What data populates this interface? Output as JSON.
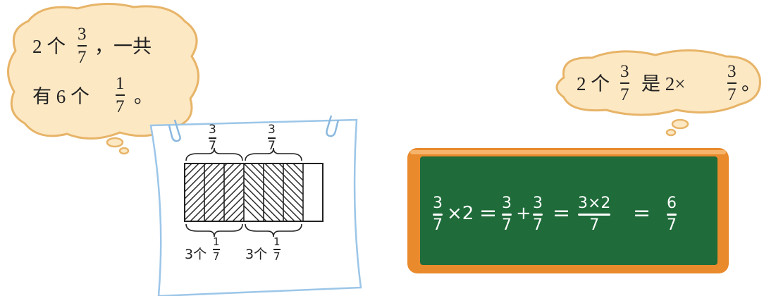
{
  "colors": {
    "bubble_fill": "#fde8c4",
    "bubble_stroke": "#e7b468",
    "paper_stroke": "#9cc6e8",
    "board_frame": "#e98a2c",
    "board_green": "#1f6b3a"
  },
  "bubble_left": {
    "line1_prefix": "2 个",
    "line1_frac": {
      "num": "3",
      "den": "7"
    },
    "line1_suffix": "，一共",
    "line2_prefix": "有 6 个",
    "line2_frac": {
      "num": "1",
      "den": "7"
    },
    "line2_suffix": "。"
  },
  "bubble_right": {
    "prefix": "2 个",
    "frac1": {
      "num": "3",
      "den": "7"
    },
    "middle": "是 2×",
    "frac2": {
      "num": "3",
      "den": "7"
    },
    "suffix": "。"
  },
  "paper": {
    "top_frac_left": {
      "num": "3",
      "den": "7"
    },
    "top_frac_right": {
      "num": "3",
      "den": "7"
    },
    "bottom_left": {
      "prefix": "3个",
      "num": "1",
      "den": "7"
    },
    "bottom_right": {
      "prefix": "3个",
      "num": "1",
      "den": "7"
    },
    "total_parts": 7,
    "shaded_parts": 6
  },
  "board": {
    "f1": {
      "num": "3",
      "den": "7"
    },
    "times2": "×2",
    "eq1": "=",
    "f2": {
      "num": "3",
      "den": "7"
    },
    "plus": "+",
    "f3": {
      "num": "3",
      "den": "7"
    },
    "eq2": "=",
    "f4": {
      "num": "3×2",
      "den": "7"
    },
    "eq3": "=",
    "f5": {
      "num": "6",
      "den": "7"
    }
  }
}
